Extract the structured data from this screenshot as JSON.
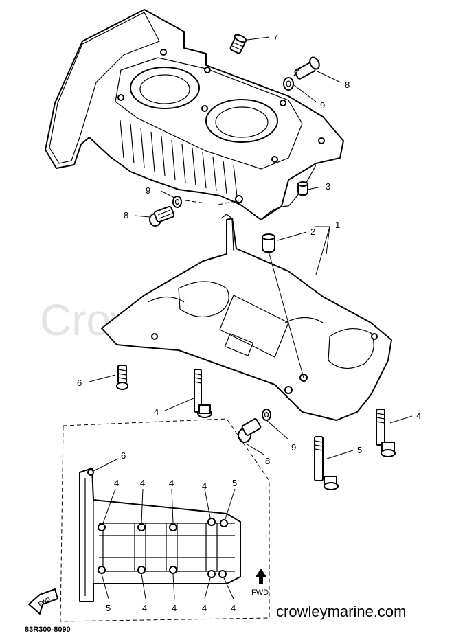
{
  "watermark": "Crowley Marine",
  "website": "crowleymarine.com",
  "diagram_code": "83R300-8090",
  "fwd_label": "FWD",
  "fwd_tag": "FWD",
  "callouts": {
    "c1": "1",
    "c2": "2",
    "c3": "3",
    "c4a": "4",
    "c4b": "4",
    "c5": "5",
    "c6": "6",
    "c7": "7",
    "c8a": "8",
    "c8b": "8",
    "c8c": "8",
    "c9a": "9",
    "c9b": "9",
    "c9c": "9"
  },
  "inset_callouts": {
    "top6": "6",
    "top4a": "4",
    "top4b": "4",
    "top4c": "4",
    "top4d": "4",
    "top5": "5",
    "bot5": "5",
    "bot4a": "4",
    "bot4b": "4",
    "bot4c": "4",
    "bot4d": "4"
  }
}
